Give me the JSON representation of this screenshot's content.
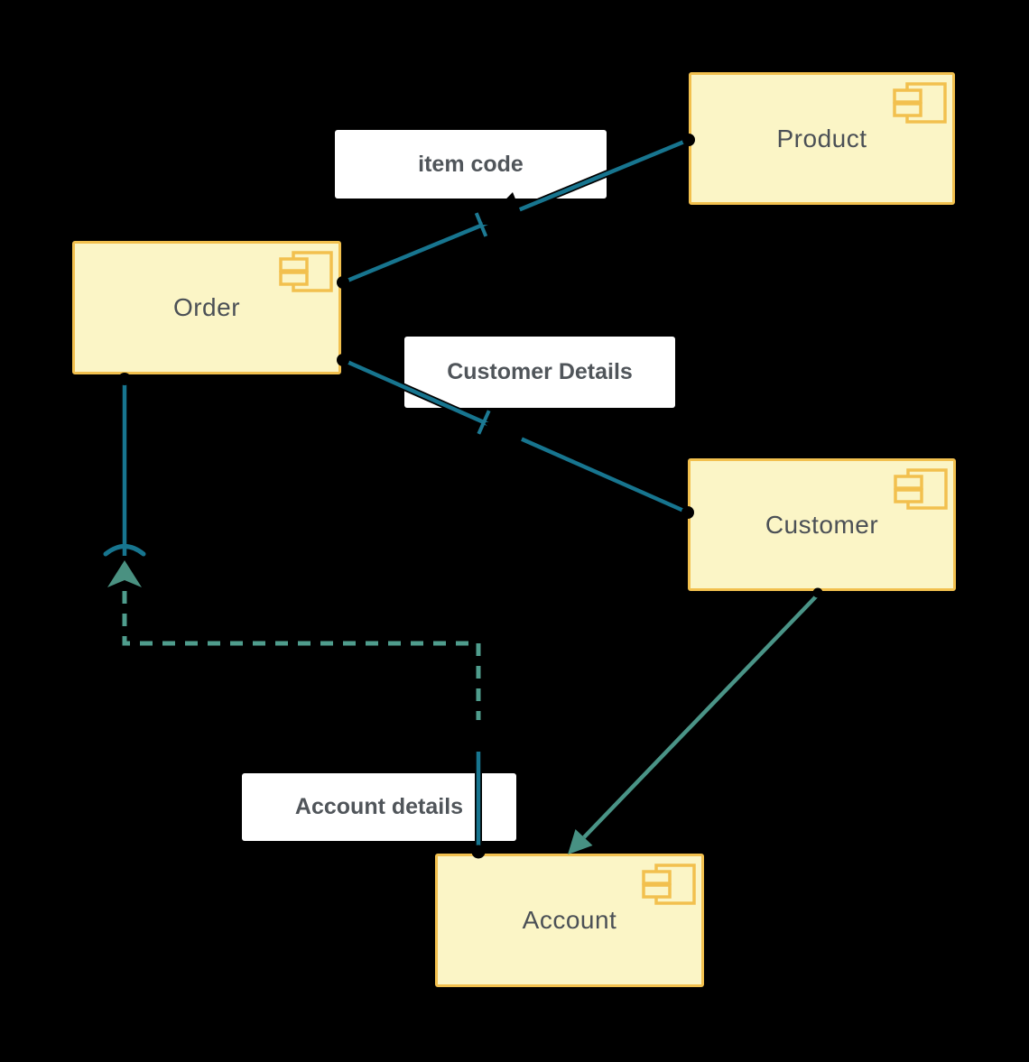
{
  "diagram": {
    "type": "uml-component-diagram",
    "components": [
      {
        "name": "Product"
      },
      {
        "name": "Order"
      },
      {
        "name": "Customer"
      },
      {
        "name": "Account"
      }
    ],
    "connectors": [
      {
        "label": "item code",
        "from": "Order",
        "to": "Product",
        "dashed": false
      },
      {
        "label": "Customer Details",
        "from": "Order",
        "to": "Customer",
        "dashed": false
      },
      {
        "label": "Account details",
        "from": "Account",
        "to": "Order",
        "dashed": true
      },
      {
        "label": "",
        "from": "Customer",
        "to": "Account",
        "dashed": false
      }
    ],
    "colors": {
      "background": "#000000",
      "component_fill": "#FBF5C6",
      "component_border": "#F2C04E",
      "component_text": "#4B5056",
      "label_background": "#FFFFFF",
      "label_text": "#50555A",
      "connector_teal": "#17758F",
      "connector_green": "#4A9487",
      "dependency_dash_green": "#4F9D8D",
      "endpoint_dot": "#000000"
    }
  }
}
